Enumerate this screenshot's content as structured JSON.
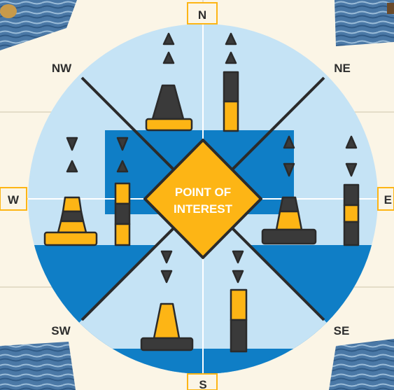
{
  "directions": {
    "n": "N",
    "ne": "NE",
    "e": "E",
    "se": "SE",
    "s": "S",
    "sw": "SW",
    "w": "W",
    "nw": "NW"
  },
  "center_label": {
    "line1": "POINT OF",
    "line2": "INTEREST"
  },
  "colors": {
    "background": "#fbf5e6",
    "disc": "#c5e3f5",
    "water": "#0f7ec6",
    "yellow": "#fdb515",
    "dark": "#3a3a3a",
    "outline": "#2b2b2b"
  },
  "icons": [
    "north-cardinal-buoy-icon",
    "north-cardinal-pillar-icon",
    "east-cardinal-buoy-icon",
    "east-cardinal-pillar-icon",
    "south-cardinal-buoy-icon",
    "south-cardinal-pillar-icon",
    "west-cardinal-buoy-icon",
    "west-cardinal-pillar-icon",
    "sea-photo-corner-icon"
  ]
}
